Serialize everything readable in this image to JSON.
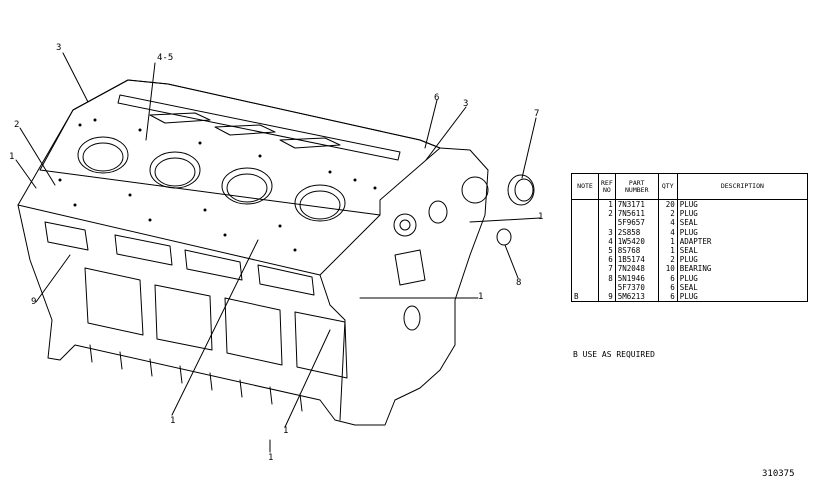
{
  "callouts": [
    "3",
    "4-5",
    "2",
    "1",
    "9",
    "6",
    "3",
    "7",
    "1",
    "8",
    "1",
    "1",
    "1",
    "1"
  ],
  "table": {
    "headers": {
      "note": "NOTE",
      "ref_no": "REF NO",
      "part_number": "PART NUMBER",
      "qty": "QTY",
      "description": "DESCRIPTION"
    },
    "rows": [
      {
        "note": "",
        "ref": "1",
        "part": "7N3171",
        "qty": "20",
        "desc": "PLUG"
      },
      {
        "note": "",
        "ref": "2",
        "part": "7N5611",
        "qty": "2",
        "desc": "PLUG"
      },
      {
        "note": "",
        "ref": "",
        "part": "5F9657",
        "qty": "4",
        "desc": "SEAL"
      },
      {
        "note": "",
        "ref": "3",
        "part": "2S858",
        "qty": "4",
        "desc": "PLUG"
      },
      {
        "note": "",
        "ref": "4",
        "part": "1W5420",
        "qty": "1",
        "desc": "ADAPTER"
      },
      {
        "note": "",
        "ref": "5",
        "part": "8S768",
        "qty": "1",
        "desc": "SEAL"
      },
      {
        "note": "",
        "ref": "6",
        "part": "1B5174",
        "qty": "2",
        "desc": "PLUG"
      },
      {
        "note": "",
        "ref": "7",
        "part": "7N2048",
        "qty": "10",
        "desc": "BEARING"
      },
      {
        "note": "",
        "ref": "8",
        "part": "5N1946",
        "qty": "6",
        "desc": "PLUG"
      },
      {
        "note": "",
        "ref": "",
        "part": "5F7370",
        "qty": "6",
        "desc": "SEAL"
      },
      {
        "note": "B",
        "ref": "9",
        "part": "5M6213",
        "qty": "6",
        "desc": "PLUG"
      }
    ]
  },
  "footnote": "B  USE AS REQUIRED",
  "drawing_id": "310375"
}
